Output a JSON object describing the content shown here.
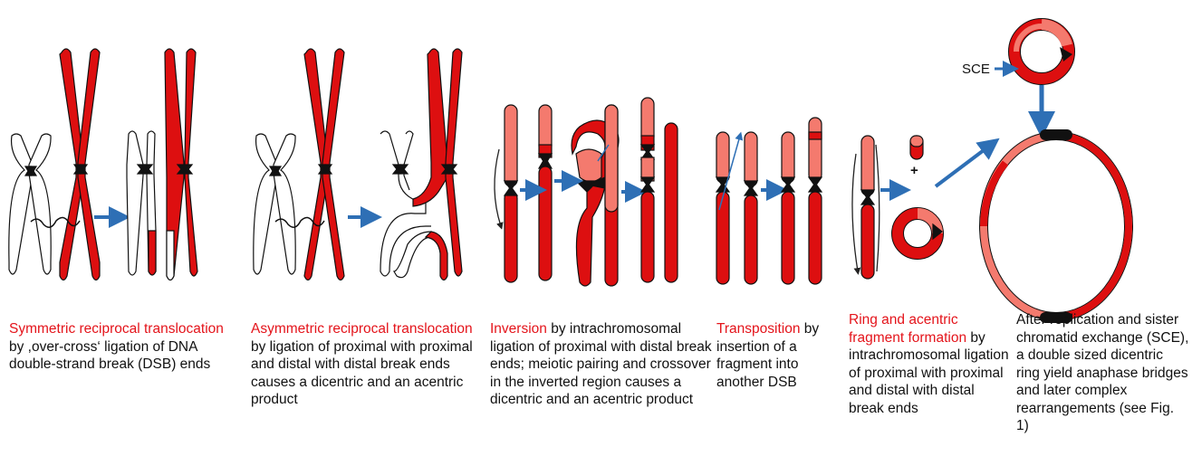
{
  "panels": [
    {
      "highlight": "Symmetric reciprocal translocation",
      "rest": " by ,over-cross‘ ligation of DNA double-strand break (DSB) ends"
    },
    {
      "highlight": "Asymmetric reciprocal translocation",
      "rest": " by ligation of proximal with proximal and distal with distal break ends causes a dicentric and an acentric product"
    },
    {
      "highlight": "Inversion",
      "rest": " by intrachromosomal ligation of  proximal with  distal break ends; meiotic pairing and crossover in the inverted region causes a dicentric and an acentric product"
    },
    {
      "highlight": "Transposition",
      "rest": " by insertion of a fragment into another DSB"
    },
    {
      "highlight": "Ring and acentric fragment formation",
      "rest": " by intrachromosomal ligation of  proximal with proximal and distal with distal break ends"
    },
    {
      "highlight": "",
      "rest": "After replication and sister chromatid exchange (SCE), a double sized dicentric ring yield anaphase bridges and later complex rearrangements (see Fig. 1)"
    }
  ],
  "labels": {
    "sce": "SCE",
    "plus": "+"
  },
  "colors": {
    "dark_red": "#dd0f10",
    "light_red": "#f47a6e",
    "centromere": "#111111",
    "arrow_blue": "#2e6fb5",
    "highlight_text": "#e4141b"
  }
}
